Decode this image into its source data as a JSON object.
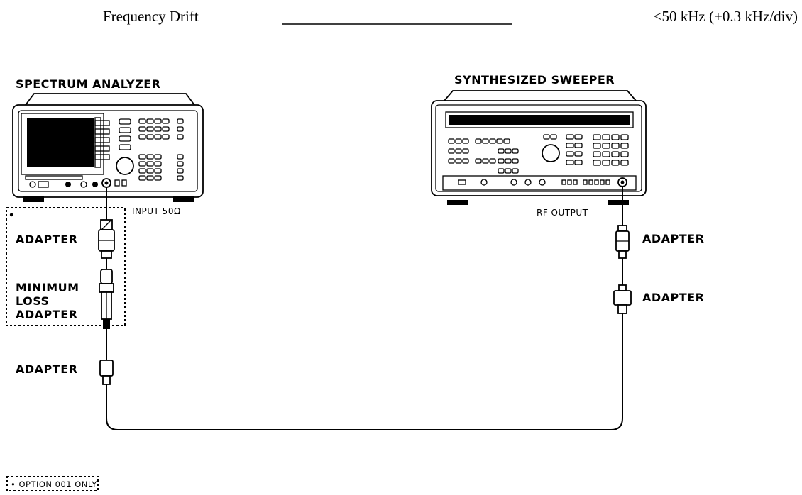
{
  "header": {
    "parameter": "Frequency Drift",
    "spec": "<50 kHz (+0.3 kHz/div)"
  },
  "spectrum_analyzer": {
    "title": "SPECTRUM ANALYZER",
    "input_label": "INPUT 50Ω"
  },
  "sweeper": {
    "title": "SYNTHESIZED SWEEPER",
    "output_label": "RF OUTPUT"
  },
  "left_chain": {
    "option_marker": "•",
    "adapter_1": "ADAPTER",
    "min_loss_line1": "MINIMUM",
    "min_loss_line2": "LOSS",
    "min_loss_line3": "ADAPTER",
    "adapter_2": "ADAPTER"
  },
  "right_chain": {
    "adapter_1": "ADAPTER",
    "adapter_2": "ADAPTER"
  },
  "footnote": "• OPTION 001 ONLY"
}
